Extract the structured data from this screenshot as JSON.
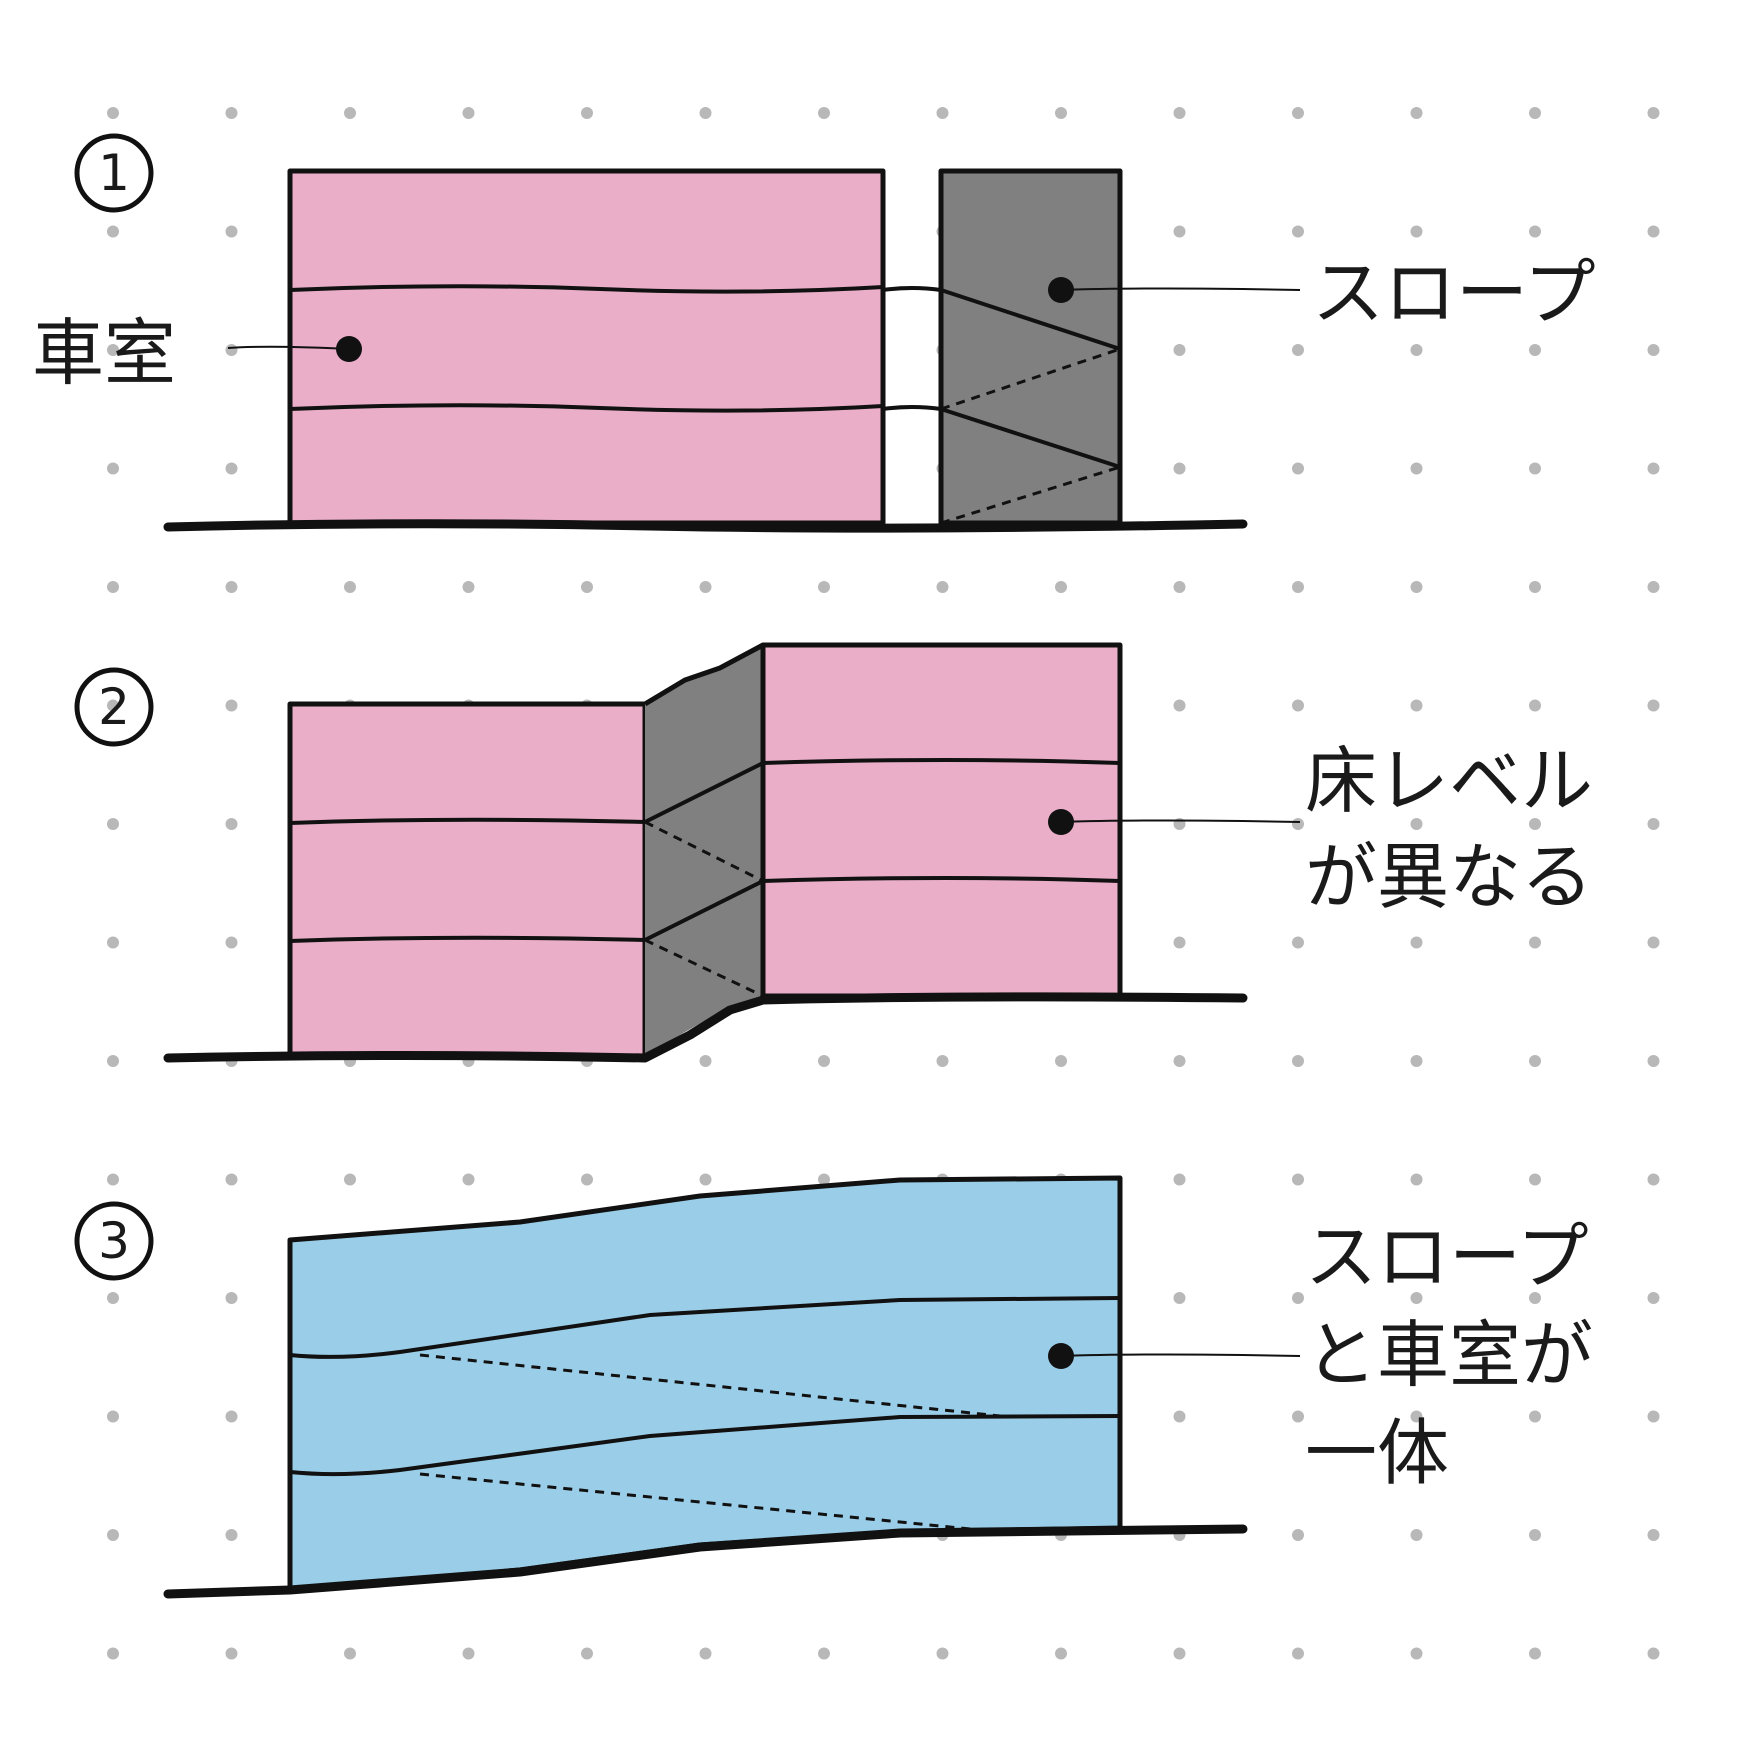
{
  "colors": {
    "car_room": "#eaaec9",
    "slope": "#808080",
    "integrated": "#9acde8",
    "line": "#111111",
    "dot_grid": "#b8b8b8"
  },
  "panels": [
    {
      "number": "1",
      "labels": [
        {
          "lines": [
            "車室"
          ]
        },
        {
          "lines": [
            "スロープ"
          ]
        }
      ]
    },
    {
      "number": "2",
      "labels": [
        {
          "lines": [
            "床レベル",
            "が異なる"
          ]
        }
      ]
    },
    {
      "number": "3",
      "labels": [
        {
          "lines": [
            "スロープ",
            "と車室が",
            "一体"
          ]
        }
      ]
    }
  ]
}
